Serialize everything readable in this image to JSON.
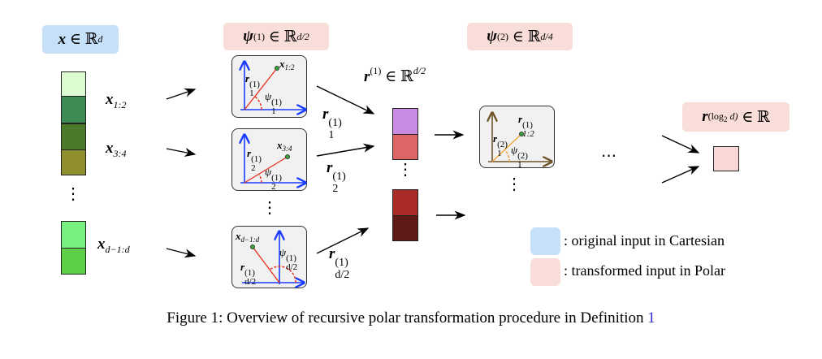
{
  "headers": {
    "input": {
      "base": "x",
      "rel": "∈ ℝ",
      "sup": "d"
    },
    "psi1": {
      "base": "ψ",
      "sup1": "(1)",
      "rel": "∈ ℝ",
      "sup2": "d/2"
    },
    "r1": {
      "base": "r",
      "sup1": "(1)",
      "rel": "∈ ℝ",
      "sup2": "d/2"
    },
    "psi2": {
      "base": "ψ",
      "sup1": "(2)",
      "rel": "∈ ℝ",
      "sup2": "d/4"
    },
    "rlog": {
      "base": "r",
      "sup1": "(log",
      "sub1": "2",
      "sup1b": " d)",
      "rel": "∈ ℝ"
    }
  },
  "input_pairs": [
    {
      "base": "x",
      "sub": "1:2",
      "colors": [
        "#dcfbd0",
        "#3d8c55"
      ]
    },
    {
      "base": "x",
      "sub": "3:4",
      "colors": [
        "#4a7a2a",
        "#8f8f2f"
      ]
    },
    {
      "base": "x",
      "sub": "d−1:d",
      "colors": [
        "#76f07e",
        "#5ed048"
      ]
    }
  ],
  "polar_boxes": [
    {
      "point": "x",
      "point_sub": "1:2",
      "r": "r",
      "r_sup": "(1)",
      "r_sub": "1",
      "psi": "ψ",
      "psi_sup": "(1)",
      "psi_sub": "1"
    },
    {
      "point": "x",
      "point_sub": "3:4",
      "r": "r",
      "r_sup": "(1)",
      "r_sub": "2",
      "psi": "ψ",
      "psi_sup": "(1)",
      "psi_sub": "2"
    },
    {
      "point": "x",
      "point_sub": "d−1:d",
      "r": "r",
      "r_sup": "(1)",
      "r_sub": "d/2",
      "psi": "ψ",
      "psi_sup": "(1)",
      "psi_sub": "d/2"
    }
  ],
  "arrow_labels": [
    {
      "base": "r",
      "sup": "(1)",
      "sub": "1"
    },
    {
      "base": "r",
      "sup": "(1)",
      "sub": "2"
    },
    {
      "base": "r",
      "sup": "(1)",
      "sub": "d/2"
    }
  ],
  "r1_cells": [
    "#c98ae2",
    "#dc6566",
    "#a82b26",
    "#5e1a17"
  ],
  "level2_box": {
    "point": "r",
    "point_sup": "(1)",
    "point_sub": "1:2",
    "r": "r",
    "r_sup": "(2)",
    "r_sub": "1",
    "psi": "ψ",
    "psi_sup": "(2)",
    "psi_sub": "1"
  },
  "ellipsis": "⋯",
  "vdots": "⋮",
  "final_cell_color": "#f8d7d7",
  "legend": [
    {
      "color": "#c5e0f8",
      "text": ": original input in Cartesian"
    },
    {
      "color": "#f9ddd8",
      "text": ": transformed input in Polar"
    }
  ],
  "caption": {
    "text": "Figure 1: Overview of recursive polar transformation procedure in Definition ",
    "ref": "1"
  }
}
